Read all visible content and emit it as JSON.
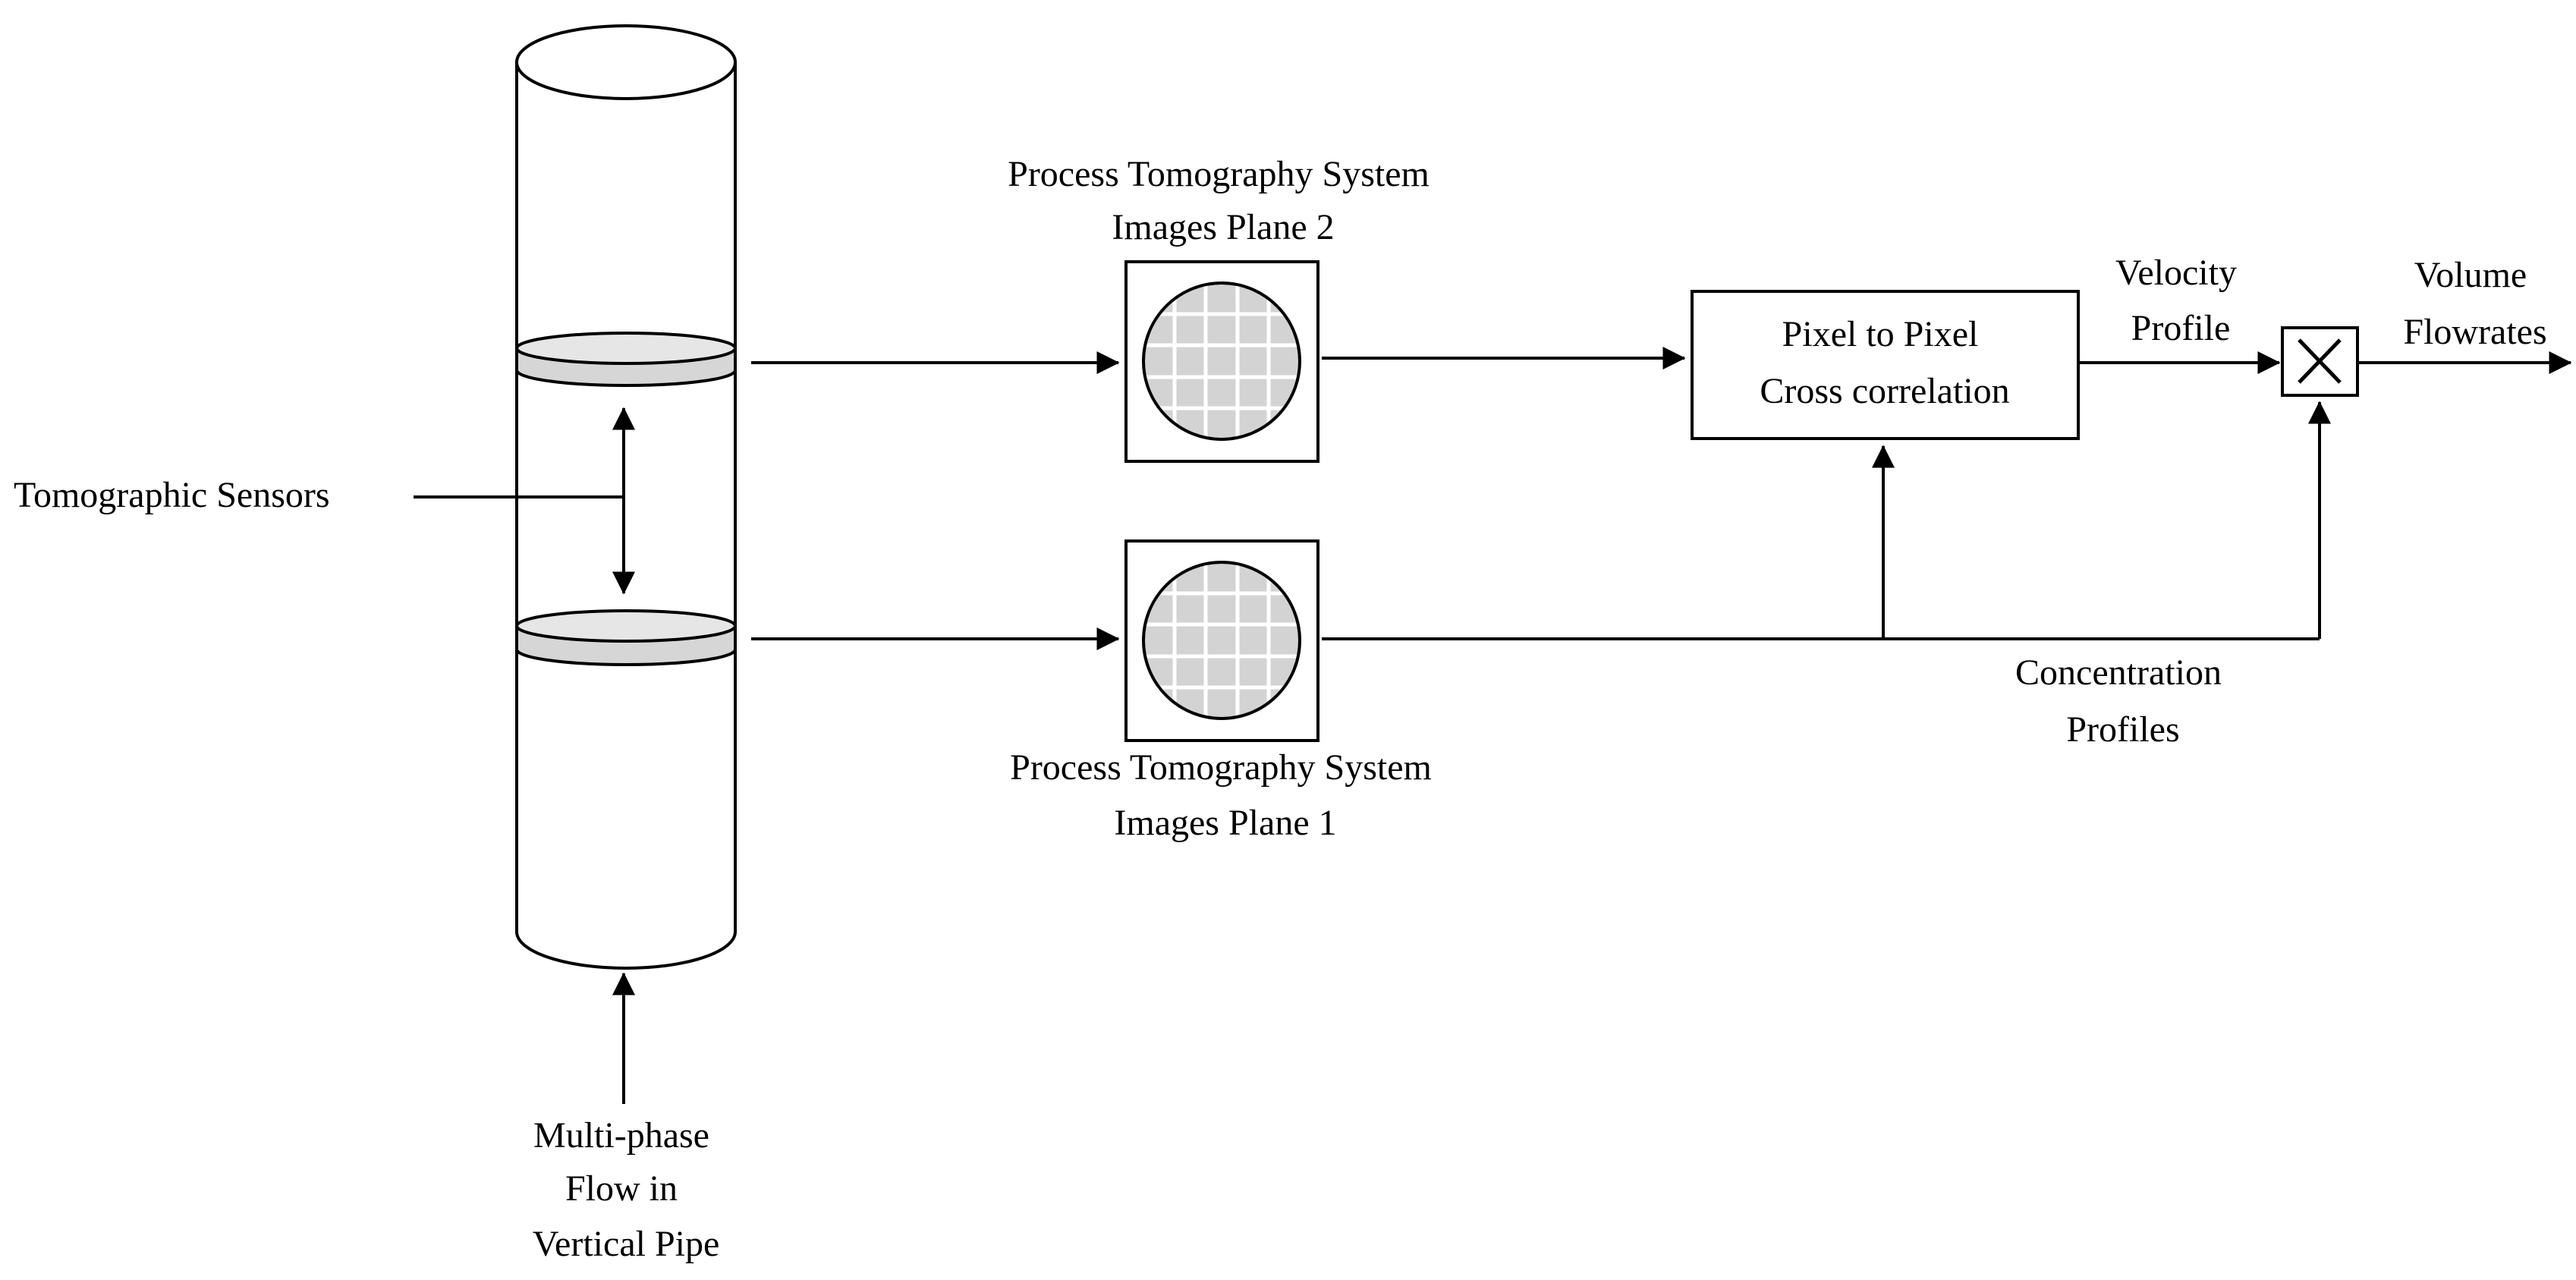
{
  "colors": {
    "line": "#000000",
    "sensor_fill": "#d6d6d6",
    "sensor_top": "#e6e6e6",
    "image_fill": "#d3d3d3",
    "grid": "#ffffff",
    "background": "#ffffff"
  },
  "labels": {
    "tomographic_sensors": "Tomographic Sensors",
    "plane2_title": [
      "Process Tomography System",
      "Images Plane 2"
    ],
    "plane1_title": [
      "Process Tomography System",
      "Images Plane 1"
    ],
    "correlator": [
      "Pixel to Pixel",
      "Cross correlation"
    ],
    "velocity_profile": [
      "Velocity",
      "Profile"
    ],
    "volume_flowrates": [
      "Volume",
      "Flowrates"
    ],
    "concentration_profiles": [
      "Concentration",
      "Profiles"
    ],
    "input_flow": [
      "Multi-phase",
      "Flow in",
      "Vertical Pipe"
    ]
  },
  "icons": {
    "multiplier": "multiply-icon",
    "image_plane": "tomography-grid-icon"
  }
}
